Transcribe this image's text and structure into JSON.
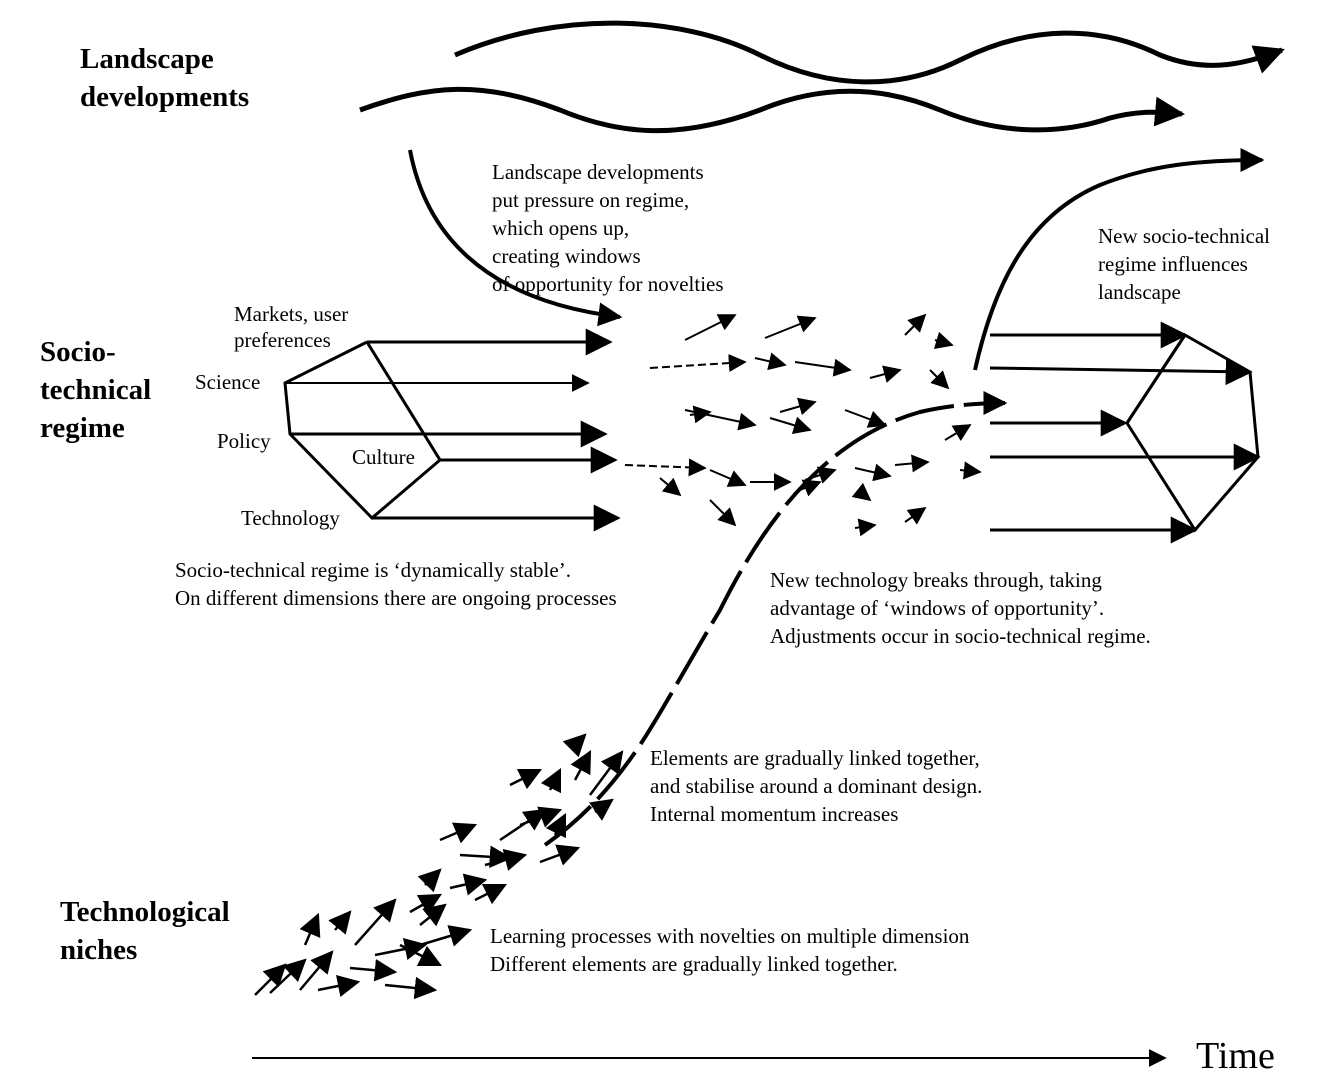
{
  "levels": {
    "landscape": "Landscape\ndevelopments",
    "regime": "Socio-\ntechnical\nregime",
    "niches": "Technological\nniches"
  },
  "regime_dimensions": {
    "markets": "Markets, user\npreferences",
    "science": "Science",
    "policy": "Policy",
    "culture": "Culture",
    "technology": "Technology"
  },
  "notes": {
    "landscape_pressure": "Landscape  developments\nput pressure on regime,\nwhich opens up,\ncreating windows\nof opportunity for novelties",
    "new_regime": "New  socio-technical\nregime influences\nlandscape",
    "regime_stable": "Socio-technical regime  is ‘dynamically stable’.\nOn different dimensions there are ongoing processes",
    "breakthrough": "New technology breaks through, taking\nadvantage of ‘windows of opportunity’.\nAdjustments occur in socio-technical regime.",
    "linked": "Elements are gradually linked together,\nand stabilise around a dominant design.\nInternal momentum  increases",
    "learning": "Learning processes with novelties on multiple dimension\nDifferent elements are gradually linked together."
  },
  "axis": {
    "time": "Time"
  }
}
